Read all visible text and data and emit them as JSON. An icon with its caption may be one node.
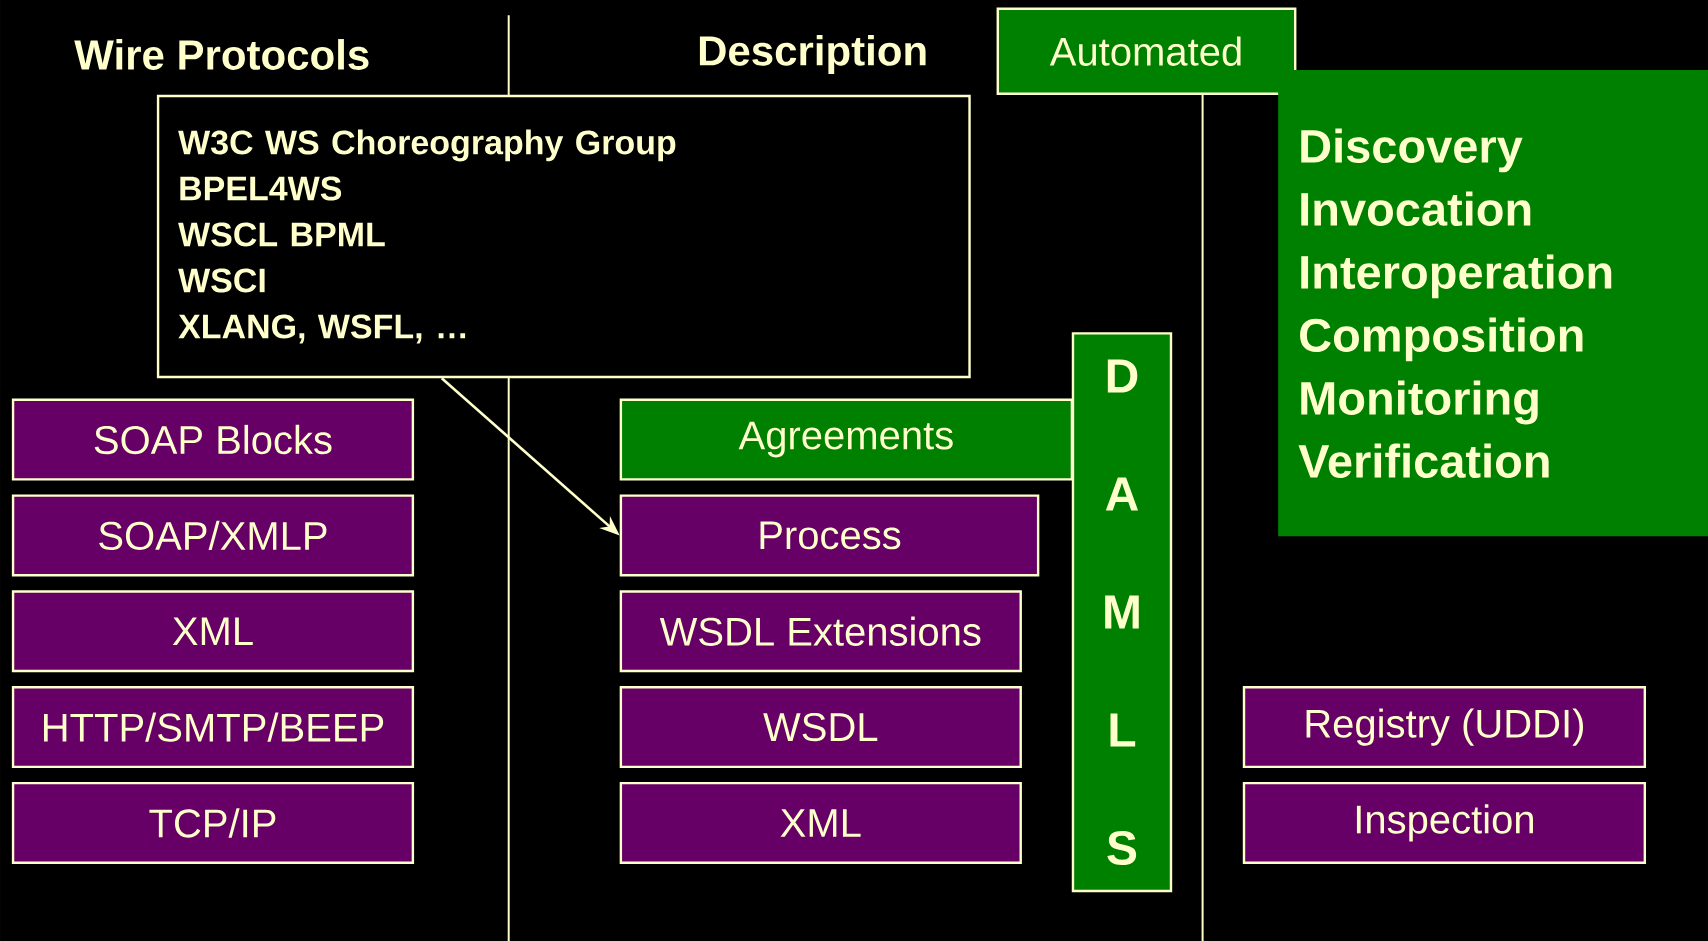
{
  "diagram": {
    "nodes": [
      {
        "text": [
          "Automated"
        ]
      },
      {
        "text": [
          "W3C WS Choreography Group",
          "BPEL4WS",
          "WSCL BPML",
          "WSCI",
          "XLANG, WSFL, …"
        ]
      },
      {
        "text": [
          "Discovery",
          "Invocation",
          "Interoperation",
          "Composition",
          "Monitoring",
          "Verification"
        ]
      },
      {
        "text": [
          "D A M L S"
        ]
      },
      {
        "text": [
          "SOAP Blocks"
        ]
      },
      {
        "text": [
          "Agreements"
        ]
      },
      {
        "text": [
          "SOAP/XMLP"
        ]
      },
      {
        "text": [
          "Process"
        ]
      },
      {
        "text": [
          "XML"
        ]
      },
      {
        "text": [
          "WSDL Extensions"
        ]
      },
      {
        "text": [
          "HTTP/SMTP/BEEP"
        ]
      },
      {
        "text": [
          "WSDL"
        ]
      },
      {
        "text": [
          "Registry (UDDI)"
        ]
      },
      {
        "text": [
          "TCP/IP"
        ]
      },
      {
        "text": [
          "XML"
        ]
      },
      {
        "text": [
          "Inspection"
        ]
      }
    ],
    "edges": [
      {
        "from": 1,
        "to": 7,
        "arrow": "to"
      }
    ],
    "labels": [
      "Wire Protocols",
      "Description"
    ]
  }
}
